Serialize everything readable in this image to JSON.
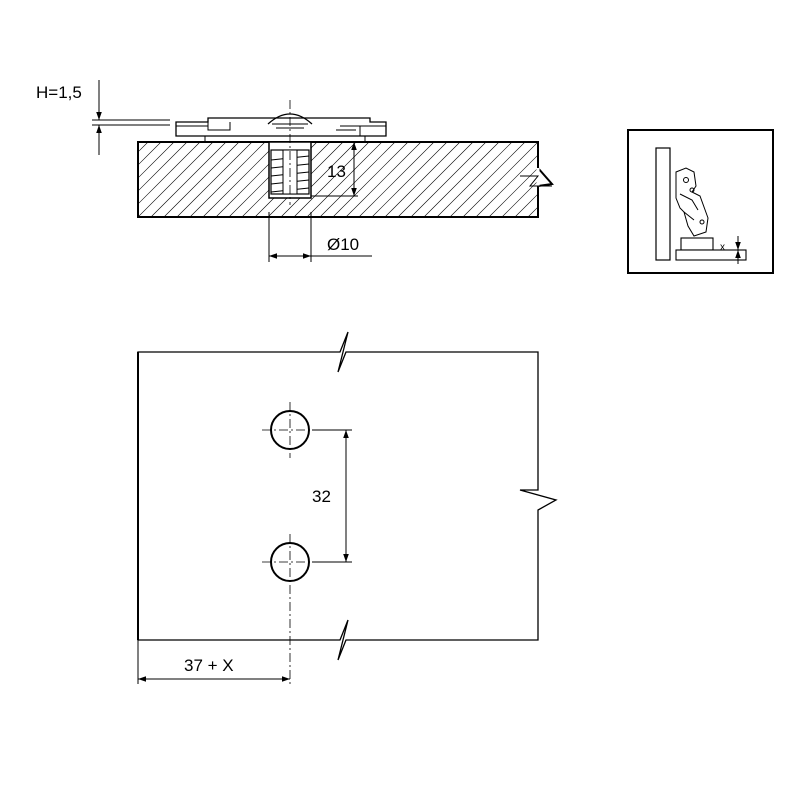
{
  "dimensions": {
    "plate_height": "H=1,5",
    "drill_depth": "13",
    "hole_diameter": "Ø10",
    "hole_spacing": "32",
    "edge_distance": "37 + X",
    "inset_x": "x"
  }
}
